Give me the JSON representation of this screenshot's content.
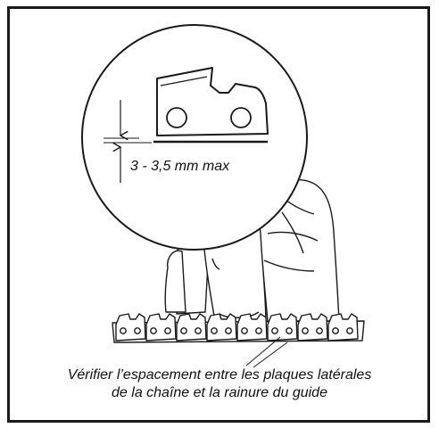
{
  "measurement_label": "3 - 3,5 mm max",
  "caption": {
    "line1": "Vérifier l’espacement entre les plaques latérales",
    "line2": "de la chaîne et la rainure du guide"
  },
  "colors": {
    "ink": "#1a1a1a",
    "paper": "#ffffff",
    "frame": "#1a1a1a"
  },
  "icons": [
    "chain-link-icon",
    "finger-hand-illustration",
    "magnifier-circle"
  ]
}
